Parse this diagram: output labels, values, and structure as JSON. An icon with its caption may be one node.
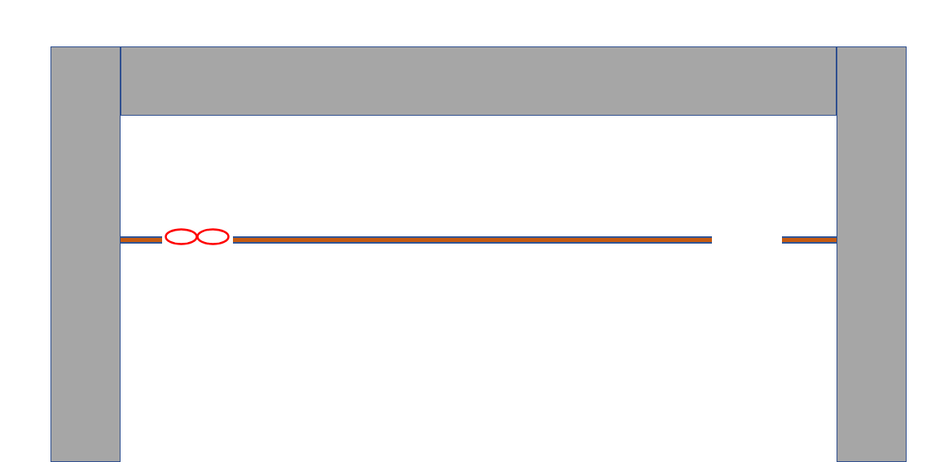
{
  "diagram": {
    "nodes": [
      {
        "text": [],
        "shape": "box"
      },
      {
        "text": [],
        "shape": "box"
      },
      {
        "text": [],
        "shape": "box"
      },
      {
        "text": [],
        "shape": "bar"
      },
      {
        "text": [],
        "shape": "ellipse"
      },
      {
        "text": [],
        "shape": "ellipse"
      },
      {
        "text": [],
        "shape": "bar"
      },
      {
        "text": [],
        "shape": "bar"
      }
    ]
  }
}
